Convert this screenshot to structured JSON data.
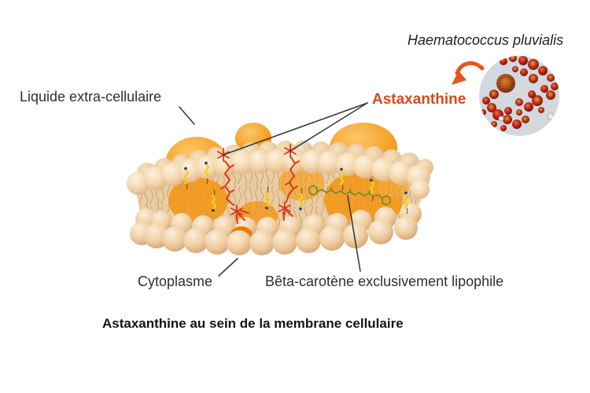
{
  "organism": "Haematococcus pluvialis",
  "labels": {
    "extracellular": "Liquide extra-cellulaire",
    "astaxanthin": "Astaxanthine",
    "cytoplasm": "Cytoplasme",
    "beta_carotene": "Bêta-carotène exclusivement lipophile"
  },
  "caption": "Astaxanthine au sein de la membrane cellulaire",
  "illustration": {
    "components": [
      "lipid-bilayer-membrane",
      "astaxanthin-molecules-spanning-membrane",
      "beta-carotene-molecule-inside-membrane",
      "haematococcus-microscopy-photo",
      "curved-arrow"
    ],
    "colors": {
      "astaxanthin_label": "#d84a1b",
      "arrow": "#e8541e",
      "lipid_head": "#f2d7ae",
      "orange_patch": "#f79c1c",
      "astaxanthin_molecule": "#d93a20",
      "beta_carotene_molecule": "#6f8f2f",
      "algae_cell": "#b3231a",
      "text": "#2f2f2f"
    }
  }
}
